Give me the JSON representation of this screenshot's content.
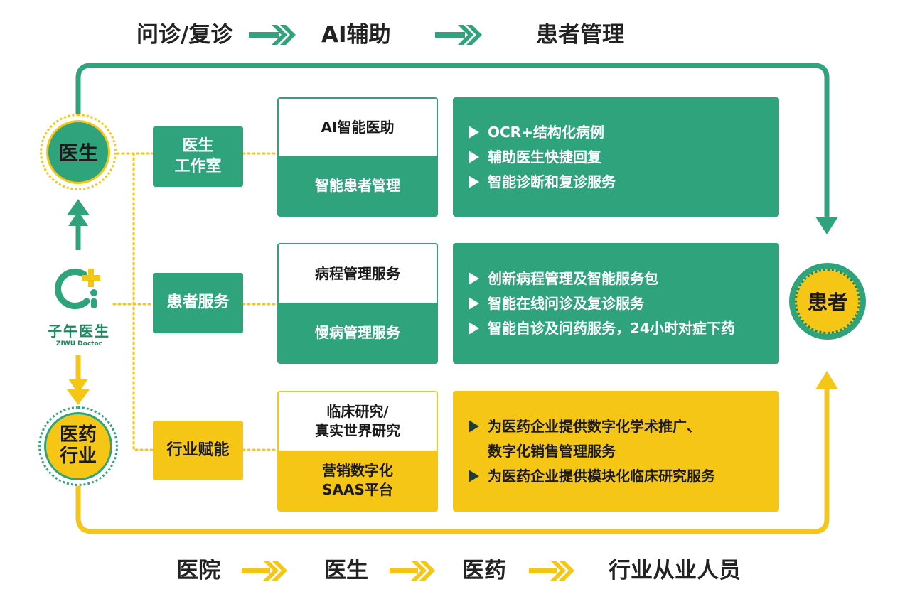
{
  "colors": {
    "green": "#2fa47c",
    "green_dark": "#1f8862",
    "yellow": "#f6c617",
    "yellow_light": "#f8d44a",
    "text_dark": "#1f1f1f",
    "background": "#ffffff"
  },
  "top_flow": {
    "steps": [
      "问诊/复诊",
      "AI辅助",
      "患者管理"
    ]
  },
  "bottom_flow": {
    "steps": [
      "医院",
      "医生",
      "医药",
      "行业从业人员"
    ]
  },
  "nodes": {
    "doctor": "医生",
    "patient": "患者",
    "industry_line1": "医药",
    "industry_line2": "行业"
  },
  "logo": {
    "name": "子午医生",
    "sub": "ZIWU Doctor"
  },
  "categories": [
    {
      "line1": "医生",
      "line2": "工作室"
    },
    {
      "line1": "患者服务",
      "line2": ""
    },
    {
      "line1": "行业赋能",
      "line2": ""
    }
  ],
  "services": [
    {
      "top": [
        "AI智能医助"
      ],
      "bottom": [
        "智能患者管理"
      ]
    },
    {
      "top": [
        "病程管理服务"
      ],
      "bottom": [
        "慢病管理服务"
      ]
    },
    {
      "top": [
        "临床研究/",
        "真实世界研究"
      ],
      "bottom": [
        "营销数字化",
        "SAAS平台"
      ]
    }
  ],
  "panels": [
    {
      "items": [
        "OCR+结构化病例",
        "辅助医生快捷回复",
        "智能诊断和复诊服务"
      ]
    },
    {
      "items": [
        "创新病程管理及智能服务包",
        "智能在线问诊及复诊服务",
        "智能自诊及问药服务，24小时对症下药"
      ]
    },
    {
      "items": [
        "为医药企业提供数字化学术推广、",
        "数字化销售管理服务",
        "为医药企业提供模块化临床研究服务"
      ]
    }
  ]
}
